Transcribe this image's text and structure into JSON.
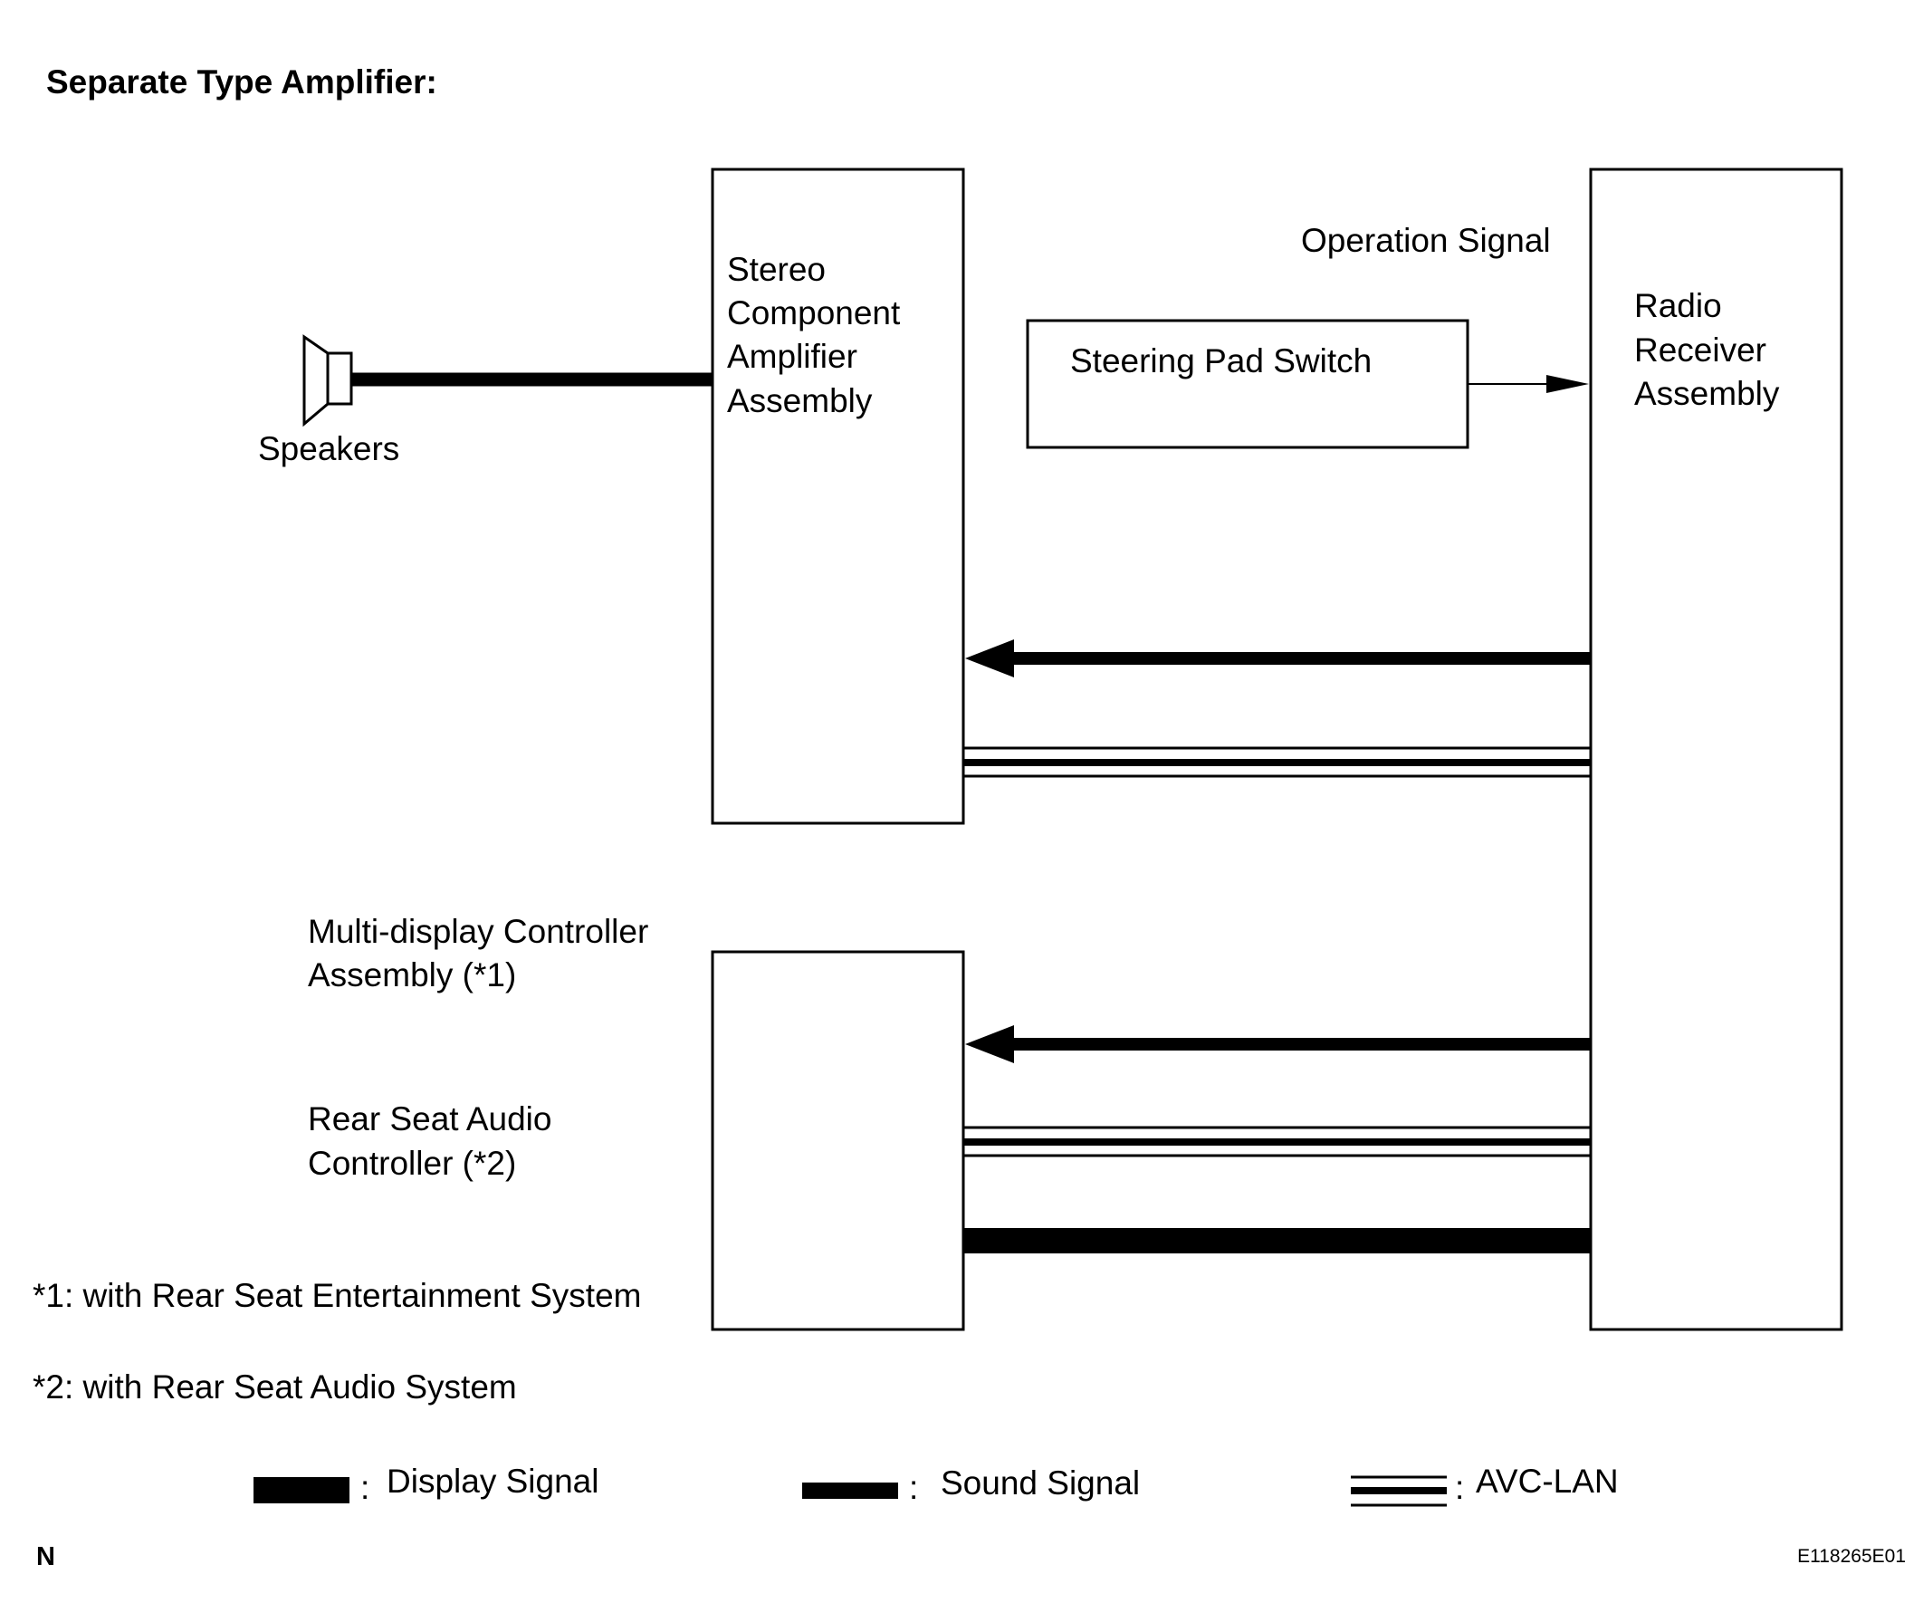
{
  "title": "Separate Type Amplifier:",
  "components": {
    "stereo_amp": {
      "lines": [
        "Stereo",
        "Component",
        "Amplifier",
        "Assembly"
      ]
    },
    "radio_receiver": {
      "lines": [
        "Radio",
        "Receiver",
        "Assembly"
      ]
    },
    "steering_pad": {
      "label": "Steering Pad Switch"
    },
    "speakers": {
      "label": "Speakers"
    },
    "multi_display": {
      "lines": [
        "Multi-display Controller",
        "Assembly (*1)"
      ]
    },
    "rear_seat_audio": {
      "lines": [
        "Rear Seat Audio",
        "Controller (*2)"
      ]
    }
  },
  "signals": {
    "operation_signal": "Operation Signal"
  },
  "notes": [
    "*1: with Rear Seat Entertainment System",
    "*2: with Rear Seat Audio System"
  ],
  "legend": {
    "separator": ":",
    "display_signal": "Display Signal",
    "sound_signal": "Sound Signal",
    "avc_lan": "AVC-LAN"
  },
  "corner_mark": "N",
  "figure_id": "E118265E01",
  "colors": {
    "ink": "#000000",
    "paper": "#ffffff"
  }
}
